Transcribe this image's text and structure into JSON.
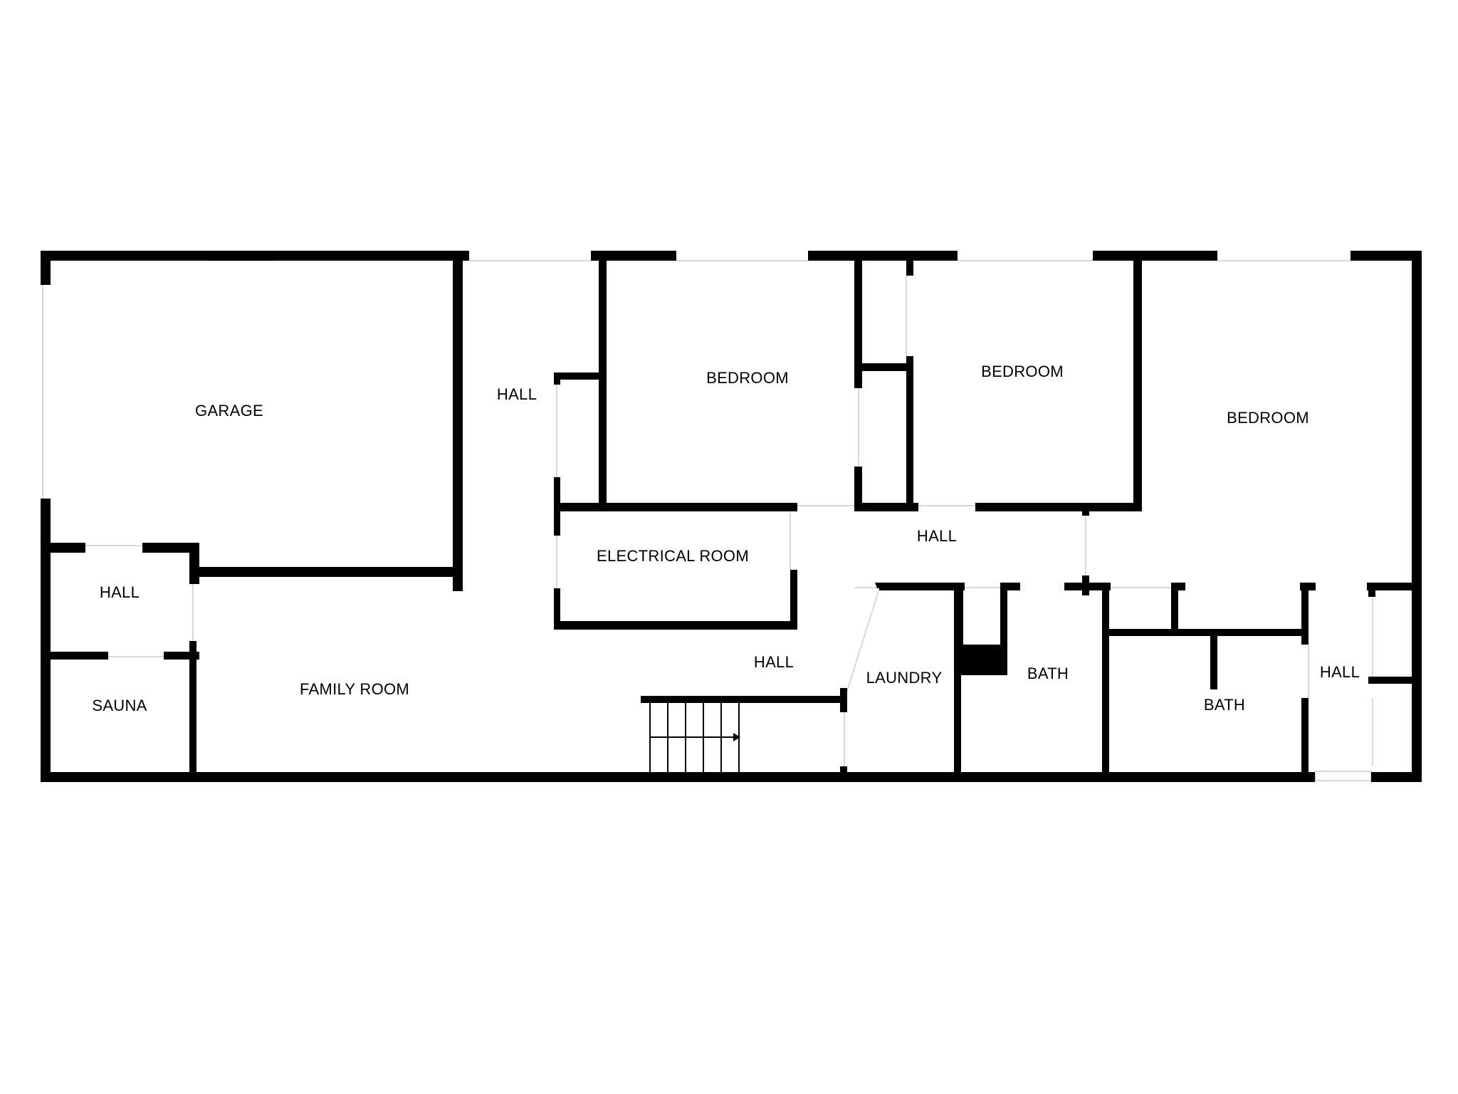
{
  "colors": {
    "wall": "#000000",
    "opening": "#d9d9d9",
    "background": "#ffffff",
    "label": "#000000"
  },
  "rooms": {
    "garage": "GARAGE",
    "hall_north": "HALL",
    "bedroom_1": "BEDROOM",
    "bedroom_2": "BEDROOM",
    "bedroom_3": "BEDROOM",
    "hall_west": "HALL",
    "electrical_room": "ELECTRICAL ROOM",
    "hall_central": "HALL",
    "hall_south": "HALL",
    "family_room": "FAMILY ROOM",
    "sauna": "SAUNA",
    "laundry": "LAUNDRY",
    "bath_1": "BATH",
    "bath_2": "BATH",
    "hall_east": "HALL"
  }
}
